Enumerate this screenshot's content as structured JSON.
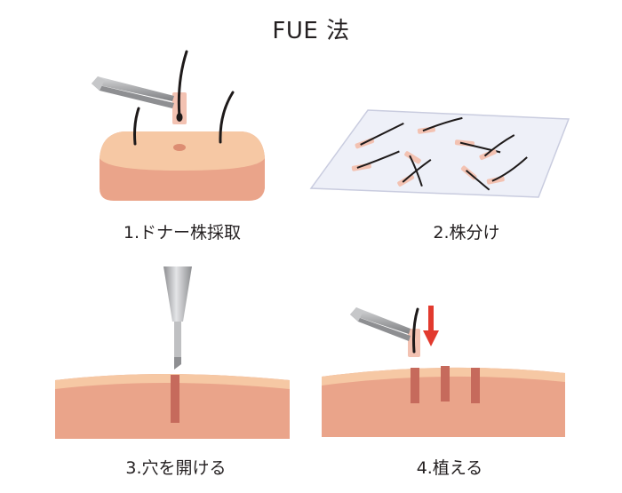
{
  "title": "FUE 法",
  "steps": [
    {
      "label": "1.ドナー株採取",
      "icon": "tweezers-extract-icon"
    },
    {
      "label": "2.株分け",
      "icon": "graft-sorting-icon"
    },
    {
      "label": "3.穴を開ける",
      "icon": "punch-needle-icon"
    },
    {
      "label": "4.植える",
      "icon": "implant-arrow-icon"
    }
  ],
  "colors": {
    "skin_top": "#f6c8a4",
    "skin_body": "#eaa48a",
    "skin_dark": "#dd8d72",
    "channel": "#c66a5c",
    "hair": "#1e1a1a",
    "graft": "#f3c2b2",
    "arrow": "#e23a2e",
    "metal": "#a9aaac",
    "sheet": "#eef0f8"
  }
}
